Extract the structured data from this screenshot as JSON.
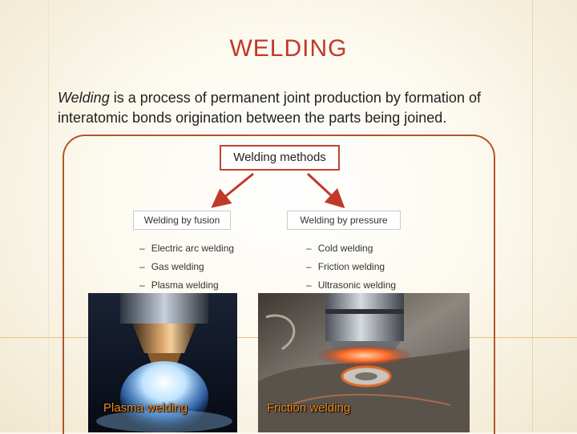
{
  "slide": {
    "title": "WELDING",
    "intro_term": "Welding",
    "intro_rest": " is a process of permanent joint production by formation of interatomic bonds origination between the parts being joined.",
    "methods_label": "Welding methods",
    "fusion": {
      "heading": "Welding by fusion",
      "items": [
        "Electric arc welding",
        "Gas welding",
        "Plasma welding"
      ]
    },
    "pressure": {
      "heading": "Welding by pressure",
      "items": [
        "Cold welding",
        "Friction welding",
        "Ultrasonic welding"
      ]
    },
    "dash": "–",
    "photos": [
      {
        "caption": "Plasma welding",
        "icon": "plasma-torch-photo"
      },
      {
        "caption": "Friction welding",
        "icon": "friction-welding-photo"
      }
    ]
  },
  "colors": {
    "title": "#c0392b",
    "frame": "#b6542a",
    "arrow": "#c0392b",
    "caption": "#f28a1a"
  }
}
